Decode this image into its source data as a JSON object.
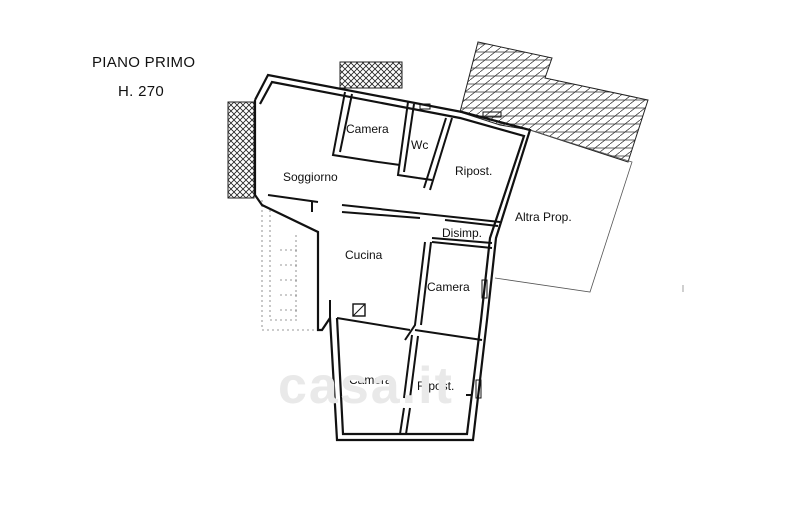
{
  "plan": {
    "title": "PIANO PRIMO",
    "height": "H. 270"
  },
  "rooms": {
    "camera_1": "Camera",
    "wc": "Wc",
    "ripost_1": "Ripost.",
    "soggiorno": "Soggiorno",
    "altra_prop": "Altra Prop.",
    "disimp": "Disimp.",
    "cucina": "Cucina",
    "camera_2": "Camera",
    "camera_3": "Camera",
    "ripost_2": "Ripost."
  },
  "watermark": "casa.it",
  "colors": {
    "wall": "#111111",
    "hatch": "#222222",
    "watermark": "#e9e9e9"
  }
}
